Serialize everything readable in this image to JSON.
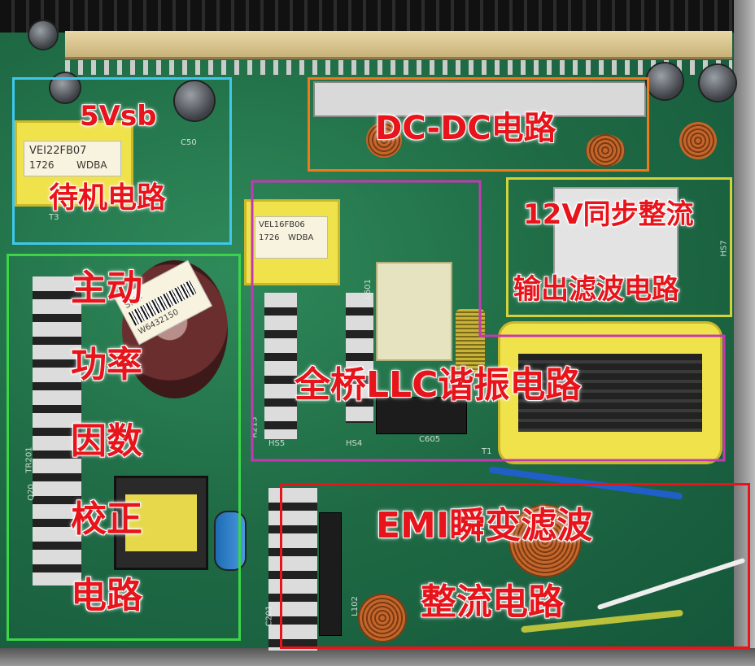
{
  "annotations": {
    "standby": {
      "title": "5Vsb",
      "subtitle": "待机电路",
      "color": "#3fc7ef"
    },
    "dcdc": {
      "title": "DC-DC电路",
      "color": "#f07a1a"
    },
    "sync_rect": {
      "title": "12V同步整流",
      "subtitle": "输出滤波电路",
      "color": "#d4d23a"
    },
    "llc": {
      "title": "全桥LLC谐振电路",
      "color": "#c23ab3"
    },
    "pfc": {
      "lines": [
        "主动",
        "功率",
        "因数",
        "校正",
        "电路"
      ],
      "color": "#3dd44a"
    },
    "emi": {
      "title": "EMI瞬变滤波",
      "subtitle": "整流电路",
      "color": "#e8141b"
    }
  },
  "pcb_markings": {
    "transformer_small": "VEI22FB07",
    "transformer_small_date": "1726",
    "transformer_small_code": "WDBA",
    "transformer_main": "VEL16FB06",
    "transformer_main_date": "1726",
    "transformer_main_code": "WDBA",
    "barcode_model": "SFX-",
    "barcode_number": "W6432150",
    "silk_l601": "L601",
    "silk_hs4": "HS4",
    "silk_hs5": "HS5",
    "silk_t1": "T1",
    "silk_t3": "T3",
    "silk_c50": "C50",
    "silk_tr201": "TR201",
    "silk_q20": "Q20",
    "silk_l102": "L102",
    "silk_c201": "C201",
    "silk_r215": "R215",
    "silk_c605": "C605",
    "silk_hs7": "HS7"
  }
}
